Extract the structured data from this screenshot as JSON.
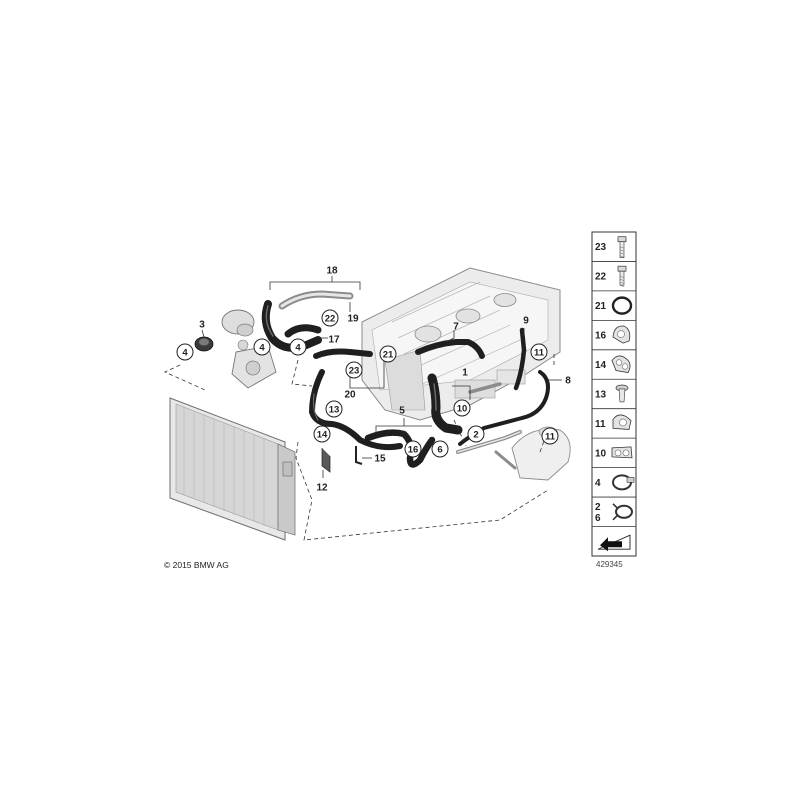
{
  "diagram": {
    "copyright": "© 2015 BMW AG",
    "diagram_id": "429345"
  },
  "callouts": [
    {
      "id": "c18",
      "label": "18",
      "circled": false
    },
    {
      "id": "c3",
      "label": "3",
      "circled": false
    },
    {
      "id": "c4a",
      "label": "4",
      "circled": true
    },
    {
      "id": "c4b",
      "label": "4",
      "circled": true
    },
    {
      "id": "c4c",
      "label": "4",
      "circled": true
    },
    {
      "id": "c22",
      "label": "22",
      "circled": true
    },
    {
      "id": "c19",
      "label": "19",
      "circled": false
    },
    {
      "id": "c17",
      "label": "17",
      "circled": false
    },
    {
      "id": "c7",
      "label": "7",
      "circled": false
    },
    {
      "id": "c9",
      "label": "9",
      "circled": false
    },
    {
      "id": "c21",
      "label": "21",
      "circled": true
    },
    {
      "id": "c23",
      "label": "23",
      "circled": true
    },
    {
      "id": "c20",
      "label": "20",
      "circled": false
    },
    {
      "id": "c11a",
      "label": "11",
      "circled": true
    },
    {
      "id": "c8",
      "label": "8",
      "circled": false
    },
    {
      "id": "c1",
      "label": "1",
      "circled": false
    },
    {
      "id": "c13",
      "label": "13",
      "circled": true
    },
    {
      "id": "c5",
      "label": "5",
      "circled": false
    },
    {
      "id": "c10",
      "label": "10",
      "circled": true
    },
    {
      "id": "c11b",
      "label": "11",
      "circled": true
    },
    {
      "id": "c14",
      "label": "14",
      "circled": true
    },
    {
      "id": "c2",
      "label": "2",
      "circled": true
    },
    {
      "id": "c15",
      "label": "15",
      "circled": false
    },
    {
      "id": "c16",
      "label": "16",
      "circled": true
    },
    {
      "id": "c6",
      "label": "6",
      "circled": true
    },
    {
      "id": "c12",
      "label": "12",
      "circled": false
    }
  ],
  "legend": [
    {
      "label": "23",
      "part": "bolt-m6"
    },
    {
      "label": "22",
      "part": "bolt-m8"
    },
    {
      "label": "21",
      "part": "o-ring"
    },
    {
      "label": "16",
      "part": "hose-clip-large"
    },
    {
      "label": "14",
      "part": "hose-clip-double"
    },
    {
      "label": "13",
      "part": "expanding-rivet"
    },
    {
      "label": "11",
      "part": "clip-single"
    },
    {
      "label": "10",
      "part": "clip-twin"
    },
    {
      "label": "4",
      "part": "hose-clamp-screw"
    },
    {
      "label": "2",
      "part": "spring-band-clamp",
      "label2": "6"
    },
    {
      "label": "",
      "part": "arrow-symbol"
    }
  ]
}
